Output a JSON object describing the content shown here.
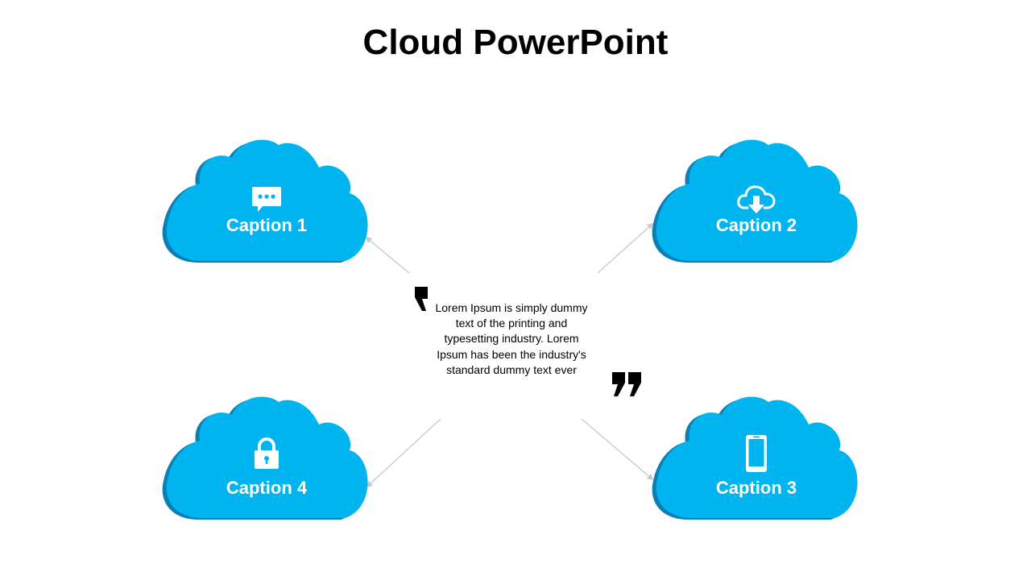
{
  "title": "Cloud PowerPoint",
  "colors": {
    "cloud_face": "#00b4f0",
    "cloud_side": "#0a7fb5",
    "arrow": "#c8c8c8",
    "text": "#000000"
  },
  "clouds": [
    {
      "caption": "Caption 1",
      "icon": "chat-bubble-icon"
    },
    {
      "caption": "Caption 2",
      "icon": "cloud-download-icon"
    },
    {
      "caption": "Caption 3",
      "icon": "smartphone-icon"
    },
    {
      "caption": "Caption 4",
      "icon": "padlock-icon"
    }
  ],
  "quote": {
    "text": "Lorem Ipsum is simply dummy text of the printing and typesetting industry. Lorem Ipsum has been the industry's standard dummy text ever"
  }
}
